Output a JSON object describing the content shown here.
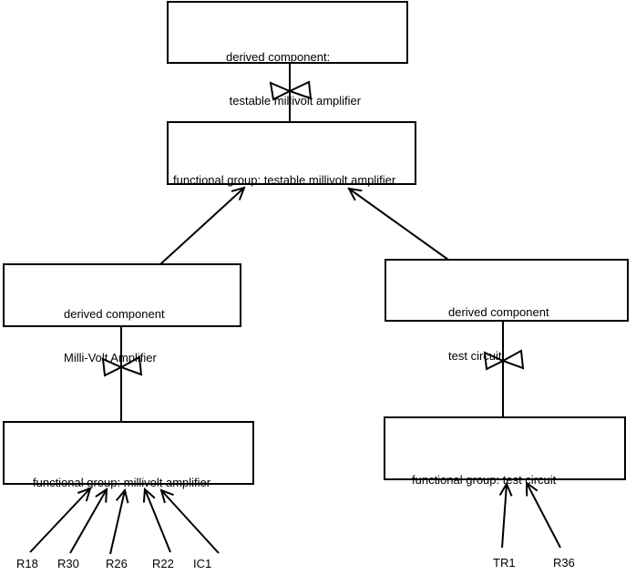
{
  "diagram": {
    "colors": {
      "ink": "#000000",
      "background": "#ffffff"
    },
    "nodes": {
      "top_derived": {
        "line1": "derived component:",
        "line2": " testable millivolt amplifier"
      },
      "top_functional": {
        "label": "functional group: testable millivolt amplifier"
      },
      "left_derived": {
        "line1": "derived component",
        "line2": "Milli-Volt Amplifier"
      },
      "left_functional": {
        "label": "functional group: millivolt amplifier"
      },
      "right_derived": {
        "line1": "derived component",
        "line2": "test circuit"
      },
      "right_functional": {
        "label": "functional group: test circuit"
      }
    },
    "leaves": {
      "left": [
        "R18",
        "R30",
        "R26",
        "R22",
        "IC1"
      ],
      "right": [
        "TR1",
        "R36"
      ]
    },
    "icons": {
      "bowtie": "bowtie-composition-symbol",
      "arrowhead": "open-arrowhead"
    }
  }
}
